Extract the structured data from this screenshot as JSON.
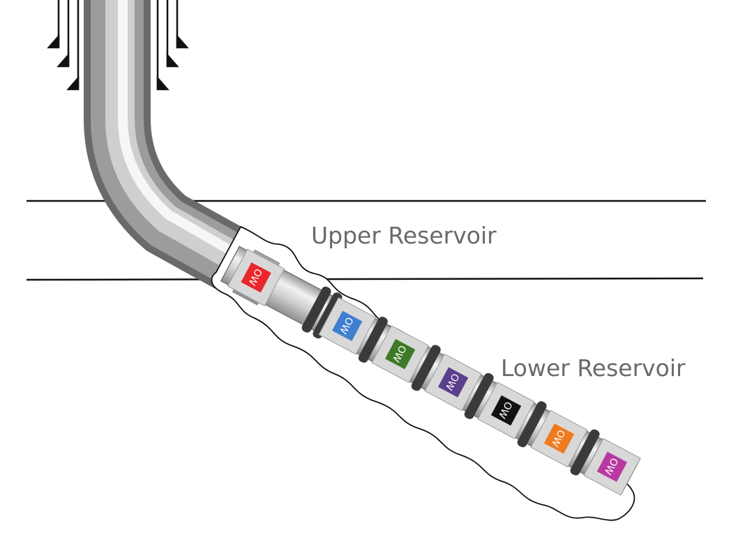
{
  "labels": {
    "upper_reservoir": "Upper Reservoir",
    "lower_reservoir": "Lower Reservoir"
  },
  "tracer": {
    "text": "OW",
    "colors": [
      "#e8262c",
      "#3f7fd0",
      "#3f7a28",
      "#5a3f8c",
      "#111111",
      "#f07a1f",
      "#b83aa0"
    ]
  },
  "colors": {
    "pipe_dark": "#6e6e6e",
    "pipe_light": "#f4f4f4",
    "formation_line": "#111111",
    "packer": "#3a3a3a",
    "label_text": "#6a6a6a"
  }
}
